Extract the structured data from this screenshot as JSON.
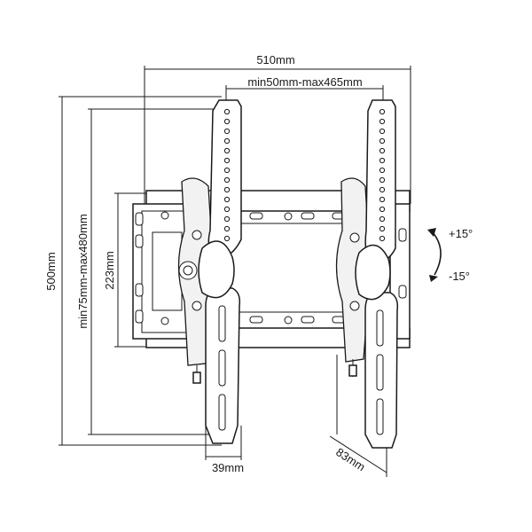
{
  "dimensions": {
    "overall_width": "510mm",
    "vesa_horizontal": "min50mm-max465mm",
    "overall_height": "500mm",
    "vesa_vertical": "min75mm-max480mm",
    "plate_height": "223mm",
    "depth_small": "39mm",
    "depth_large": "83mm"
  },
  "tilt": {
    "up": "+15°",
    "down": "-15°"
  }
}
